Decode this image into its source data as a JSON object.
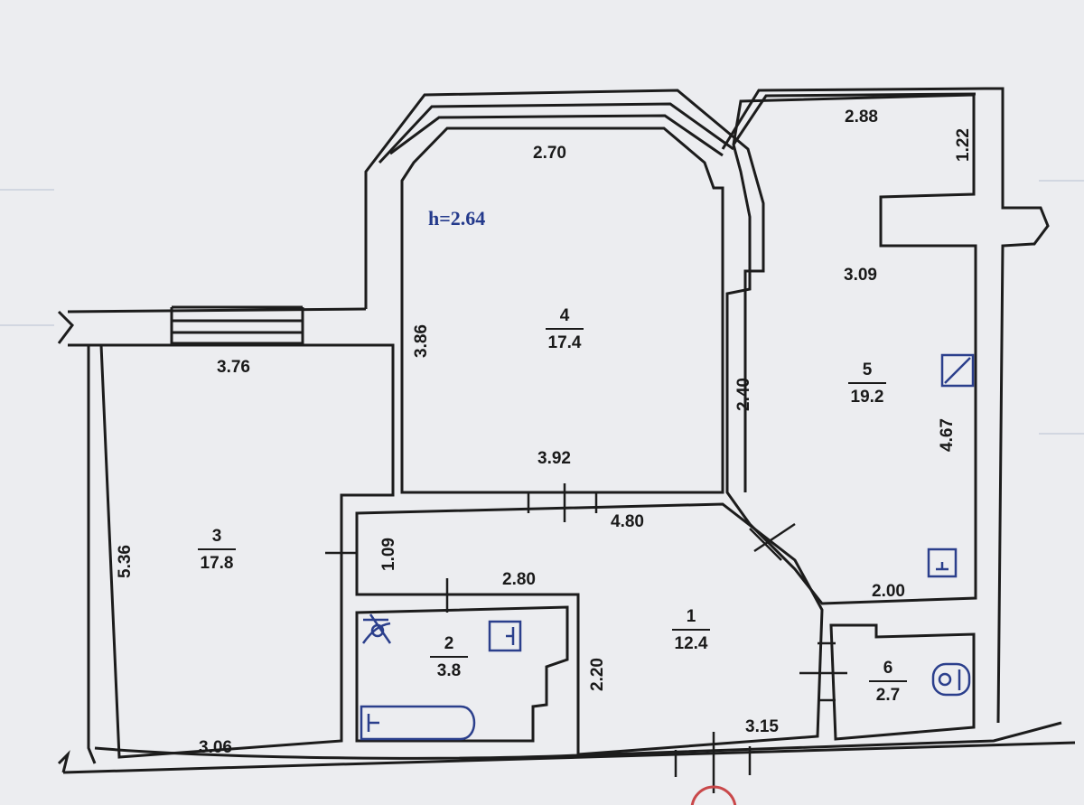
{
  "plan": {
    "ceiling_height": "h=2.64",
    "rooms": [
      {
        "id": "room-1",
        "number": "1",
        "area": "12.4"
      },
      {
        "id": "room-2",
        "number": "2",
        "area": "3.8"
      },
      {
        "id": "room-3",
        "number": "3",
        "area": "17.8"
      },
      {
        "id": "room-4",
        "number": "4",
        "area": "17.4"
      },
      {
        "id": "room-5",
        "number": "5",
        "area": "19.2"
      },
      {
        "id": "room-6",
        "number": "6",
        "area": "2.7"
      }
    ],
    "dimensions": {
      "room3_top": "3.76",
      "room3_left": "5.36",
      "room3_bottom": "3.06",
      "room4_top": "2.70",
      "room4_left": "3.86",
      "room4_bottom": "3.92",
      "room5_top": "2.88",
      "room5_niche": "1.22",
      "room5_mid": "3.09",
      "room5_left": "2.40",
      "room5_right": "4.67",
      "room5_bottom": "2.00",
      "hall_top": "4.80",
      "hall_left": "1.09",
      "bath_top": "2.80",
      "room1_left": "2.20",
      "room1_bottom": "3.15"
    }
  }
}
